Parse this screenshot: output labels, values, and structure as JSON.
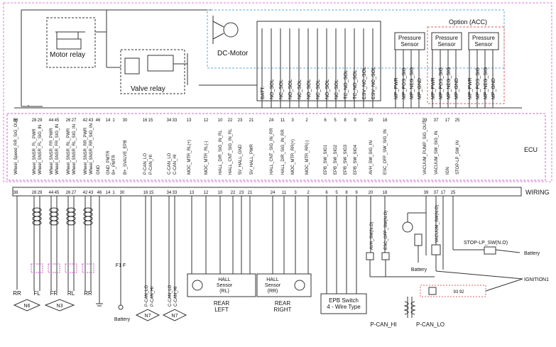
{
  "top": {
    "motor_relay_label": "Motor relay",
    "valve_relay_label": "Valve relay",
    "dc_motor_label": "DC-Motor",
    "option_label": "Option (ACC)",
    "pressure_sensor_labels": [
      "Pressure\nSensor",
      "Pressure\nSensor",
      "Pressure\nSensor"
    ],
    "valve_pins": [
      "BATT.",
      "NO_SOL",
      "NC_SOL",
      "NO_SOL",
      "NC_SOL",
      "NO_SOL",
      "NC_SOL",
      "NO_SOL",
      "NC_SOL",
      "TC_NO_SOL",
      "TC_NO_SOL",
      "ESV_NC_SOL",
      "ESV_NC_SOL"
    ],
    "sensor_pins": [
      "MP_PWR",
      "MP_POS_SIG",
      "MP_NEG_SIG",
      "MP_GND",
      "MP_PWR",
      "MP_POS_SIG",
      "MP_NEG_SIG",
      "MP_GND",
      "MP_PWR",
      "MP_POS_SIG",
      "MP_NEG_SIG",
      "MP_GND"
    ]
  },
  "ecu": {
    "label": "ECU",
    "groups": [
      {
        "pins": [
          "38"
        ],
        "signals": [
          "Wheel_Speed_RR_SIG_OUT"
        ]
      },
      {
        "pins": [
          "28",
          "29"
        ],
        "signals": [
          "Wheel_SNSR_FL_PWR",
          "Wheel_SNSR_FL_SIG_IN"
        ]
      },
      {
        "pins": [
          "44",
          "45"
        ],
        "signals": [
          "Wheel_SNSR_FR_PWR",
          "Wheel_SNSR_FR_SIG_IN"
        ]
      },
      {
        "pins": [
          "26",
          "27"
        ],
        "signals": [
          "Wheel_SNSR_RL_PWR",
          "Wheel_SNSR_RL_SIG_IN"
        ]
      },
      {
        "pins": [
          "42",
          "43"
        ],
        "signals": [
          "Wheel_SNSR_RR_PWR",
          "Wheel_SNSR_RR_SIG_IN"
        ]
      },
      {
        "pins": [
          "46"
        ],
        "signals": [
          "GND"
        ]
      },
      {
        "pins": [
          "14",
          "1"
        ],
        "signals": [
          "GND_PMTR",
          "B+_PMTR"
        ]
      },
      {
        "pins": [
          "30"
        ],
        "signals": [
          "B+_SVALVE_EPB"
        ]
      },
      {
        "pins": [
          "16",
          "15"
        ],
        "signals": [
          "P-CAN_LO",
          "P-CAN_HI"
        ]
      },
      {
        "pins": [
          "34",
          "33"
        ],
        "signals": [
          "C-CAN_LO",
          "C-CAN_HI"
        ]
      },
      {
        "pins": [
          "13"
        ],
        "signals": [
          "MOC_MTR_RL(+)"
        ]
      },
      {
        "pins": [
          "12"
        ],
        "signals": [
          "MOC_MTR_RL(-)"
        ]
      },
      {
        "pins": [
          "10"
        ],
        "signals": [
          "HALL_DIR_SIG_IN_RL"
        ]
      },
      {
        "pins": [
          "22"
        ],
        "signals": [
          "HALL_CNT_SIG_IN_RL"
        ]
      },
      {
        "pins": [
          "23"
        ],
        "signals": [
          "5V_HALL_GND"
        ]
      },
      {
        "pins": [
          "21"
        ],
        "signals": [
          "5V_HALL_PWR"
        ]
      },
      {
        "pins": [
          "24"
        ],
        "signals": [
          "HALL_CNT_SIG_IN_RR"
        ]
      },
      {
        "pins": [
          "11"
        ],
        "signals": [
          "HALL_DIR_SIG_IN_RR"
        ]
      },
      {
        "pins": [
          "3"
        ],
        "signals": [
          "MOC_MTR_RR(+)"
        ]
      },
      {
        "pins": [
          "2"
        ],
        "signals": [
          "MOC_MTR_RR(-)"
        ]
      },
      {
        "pins": [
          "6"
        ],
        "signals": [
          "EPB_SW_SIG1"
        ]
      },
      {
        "pins": [
          "5"
        ],
        "signals": [
          "EPB_SW_SIG2"
        ]
      },
      {
        "pins": [
          "8"
        ],
        "signals": [
          "EPB_SW_SIG3"
        ]
      },
      {
        "pins": [
          "9"
        ],
        "signals": [
          "EPB_SW_SIG4"
        ]
      },
      {
        "pins": [
          "20"
        ],
        "signals": [
          "AVH_SW_SIG_IN"
        ]
      },
      {
        "pins": [
          "18"
        ],
        "signals": [
          "ESC_OFF_SW_SIG_IN"
        ]
      },
      {
        "pins": [
          "39"
        ],
        "signals": [
          "VACUUM_PUMP_SIG_OUT"
        ]
      },
      {
        "pins": [
          "37"
        ],
        "signals": [
          "VACUUM_SW_SIG_IN"
        ]
      },
      {
        "pins": [
          "17"
        ],
        "signals": [
          "IGN"
        ]
      },
      {
        "pins": [
          "25"
        ],
        "signals": [
          "STOP-LP_SW_IN"
        ]
      }
    ]
  },
  "wiring": {
    "label": "WIRING",
    "pins": [
      "38",
      "28",
      "29",
      "44",
      "45",
      "26",
      "27",
      "42",
      "43",
      "46",
      "14",
      "1",
      "30",
      "16",
      "15",
      "34",
      "33",
      "13",
      "12",
      "10",
      "22",
      "23",
      "21",
      "24",
      "11",
      "3",
      "2",
      "6",
      "5",
      "8",
      "9",
      "20",
      "18",
      "39",
      "37",
      "17",
      "25"
    ]
  },
  "bottom": {
    "wheel_labels": [
      "RR",
      "FL",
      "FR",
      "RL",
      "RR"
    ],
    "ground_labels": [
      "N6",
      "N3",
      "N7",
      "N7"
    ],
    "fuse_label": "F1  F",
    "battery_label": "Battery",
    "pcan_labels": [
      "P-CAN_LO",
      "P-CAN_HI"
    ],
    "ccan_labels": [
      "C-CAN_LO",
      "C-CAN_HI"
    ],
    "hall_left": {
      "sensor": "HALL\nSensor\n(RL)",
      "title": "REAR\nLEFT"
    },
    "hall_right": {
      "sensor": "HALL\nSensor\n(RR)",
      "title": "REAR\nRIGHT"
    },
    "epb_switch": "EPB Switch\n4 - Wire Type",
    "avh_sw": "AVH_SW(N.O)",
    "esc_off_sw": "ESC_OFF_SW(N.O)",
    "vacuum_sw": "VACUUM_SW(N.O)",
    "vacuum_battery": "Battery",
    "stop_lp_sw": "STOP-LP_SW(N.O)",
    "stop_battery": "Battery",
    "ignition": "IGNITION1",
    "can_bottom": [
      "P-CAN_HI",
      "P-CAN_LO"
    ],
    "connector_text": "93  92"
  }
}
